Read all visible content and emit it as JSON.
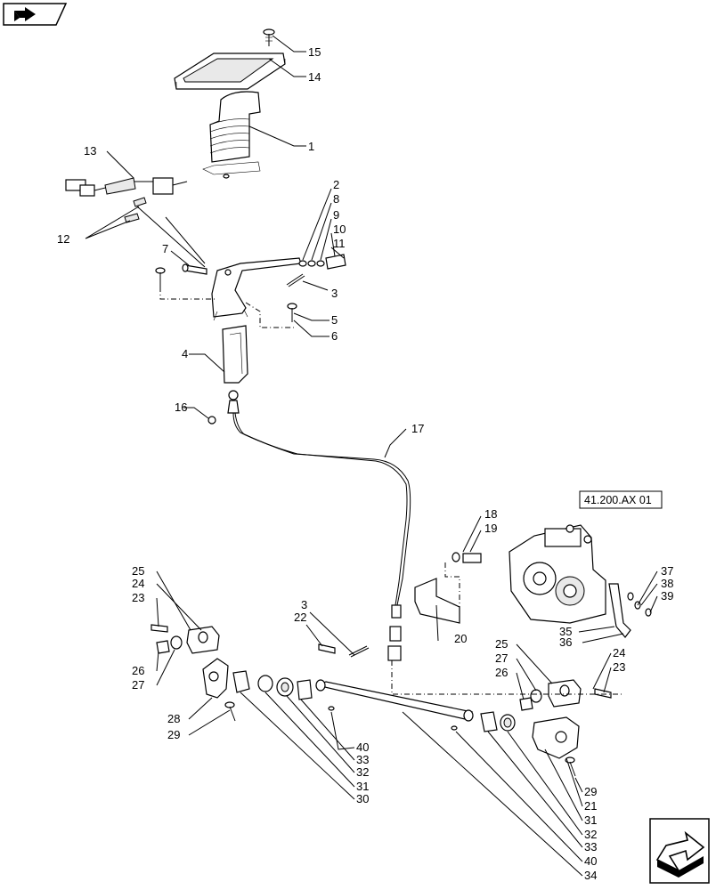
{
  "reference_box": "41.200.AX 01",
  "nav_icons": {
    "top_left": "back-arrow-icon",
    "bottom_right": "next-page-arrow-icon"
  },
  "callouts": [
    "15",
    "14",
    "1",
    "13",
    "12",
    "7",
    "2",
    "8",
    "9",
    "10",
    "11",
    "3",
    "5",
    "6",
    "4",
    "16",
    "17",
    "18",
    "19",
    "20",
    "3",
    "22",
    "25",
    "24",
    "23",
    "26",
    "27",
    "28",
    "29",
    "40",
    "33",
    "32",
    "31",
    "30",
    "37",
    "38",
    "39",
    "35",
    "36",
    "25",
    "27",
    "26",
    "24",
    "23",
    "29",
    "21",
    "31",
    "32",
    "33",
    "40",
    "34"
  ]
}
